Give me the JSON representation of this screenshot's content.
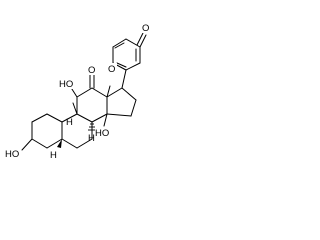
{
  "structure": {
    "type": "skeletal-formula",
    "labels": {
      "lactone_carbonyl_o": "O",
      "pyranone_ring_o": "O",
      "oh_c11": "HO",
      "ketone_o": "O",
      "oh_c14": "HO",
      "oh_c3": "HO",
      "h_c5": "H",
      "h_c8": "H",
      "h_c9": "H"
    },
    "colors": {
      "ink": "#000000",
      "background": "#ffffff"
    }
  }
}
